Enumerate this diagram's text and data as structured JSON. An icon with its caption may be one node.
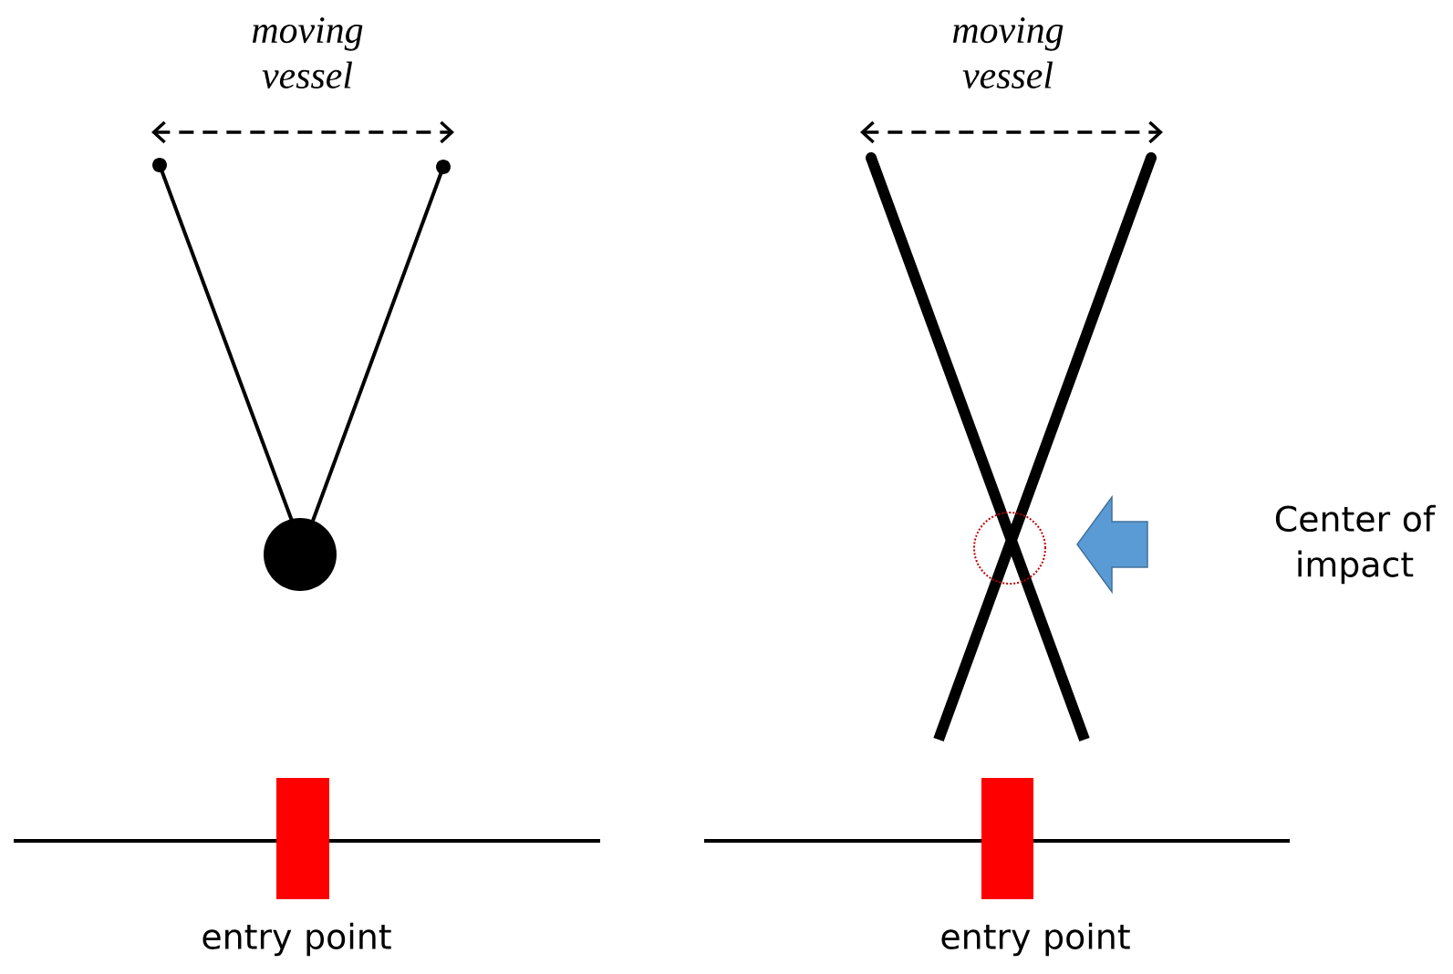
{
  "diagram": {
    "nodes": [
      {
        "text": [
          "Center of impact"
        ]
      },
      {
        "text": [],
        "shape": "circle"
      }
    ],
    "labels": [
      "moving vessel",
      "moving vessel",
      "entry point",
      "entry point"
    ]
  }
}
